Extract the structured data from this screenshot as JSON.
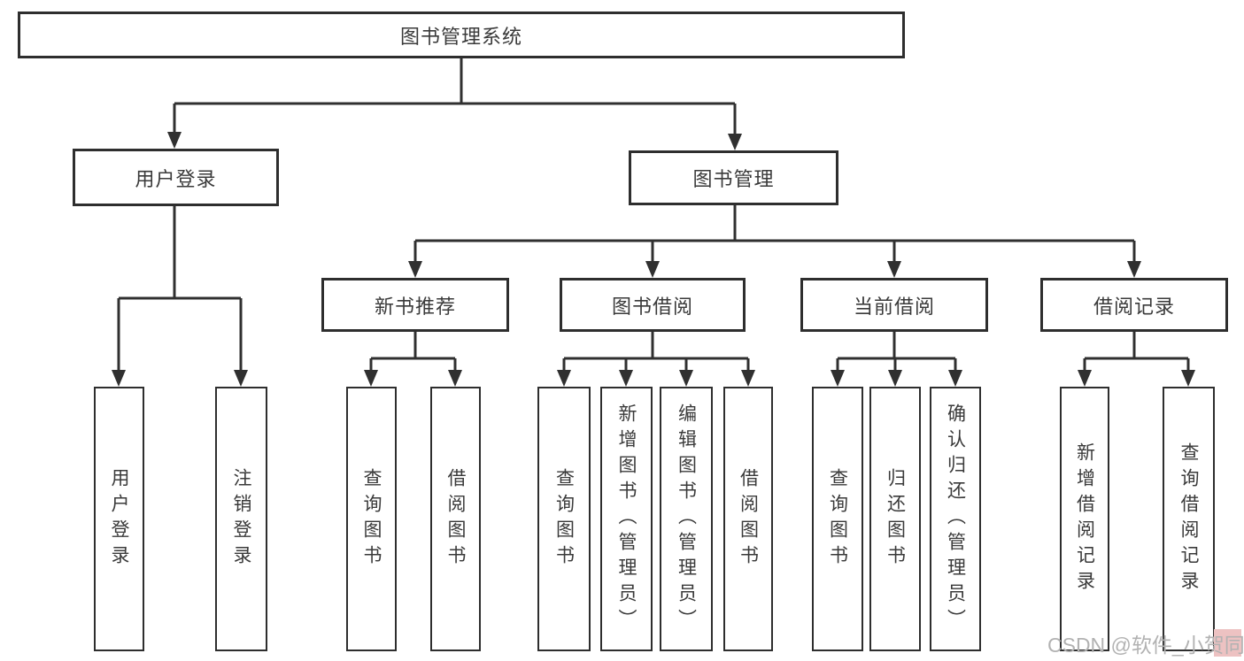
{
  "root": {
    "label": "图书管理系统"
  },
  "user_login": {
    "label": "用户登录",
    "children": [
      {
        "label": "用户登录"
      },
      {
        "label": "注销登录"
      }
    ]
  },
  "book_mgmt": {
    "label": "图书管理",
    "groups": [
      {
        "label": "新书推荐",
        "children": [
          {
            "label": "查询图书"
          },
          {
            "label": "借阅图书"
          }
        ]
      },
      {
        "label": "图书借阅",
        "children": [
          {
            "label": "查询图书"
          },
          {
            "label": "新增图书（管理员）"
          },
          {
            "label": "编辑图书（管理员）"
          },
          {
            "label": "借阅图书"
          }
        ]
      },
      {
        "label": "当前借阅",
        "children": [
          {
            "label": "查询图书"
          },
          {
            "label": "归还图书"
          },
          {
            "label": "确认归还（管理员）"
          }
        ]
      },
      {
        "label": "借阅记录",
        "children": [
          {
            "label": "新增借阅记录"
          },
          {
            "label": "查询借阅记录"
          }
        ]
      }
    ]
  },
  "watermark": {
    "text": "CSDN @软件_小贺同学"
  }
}
